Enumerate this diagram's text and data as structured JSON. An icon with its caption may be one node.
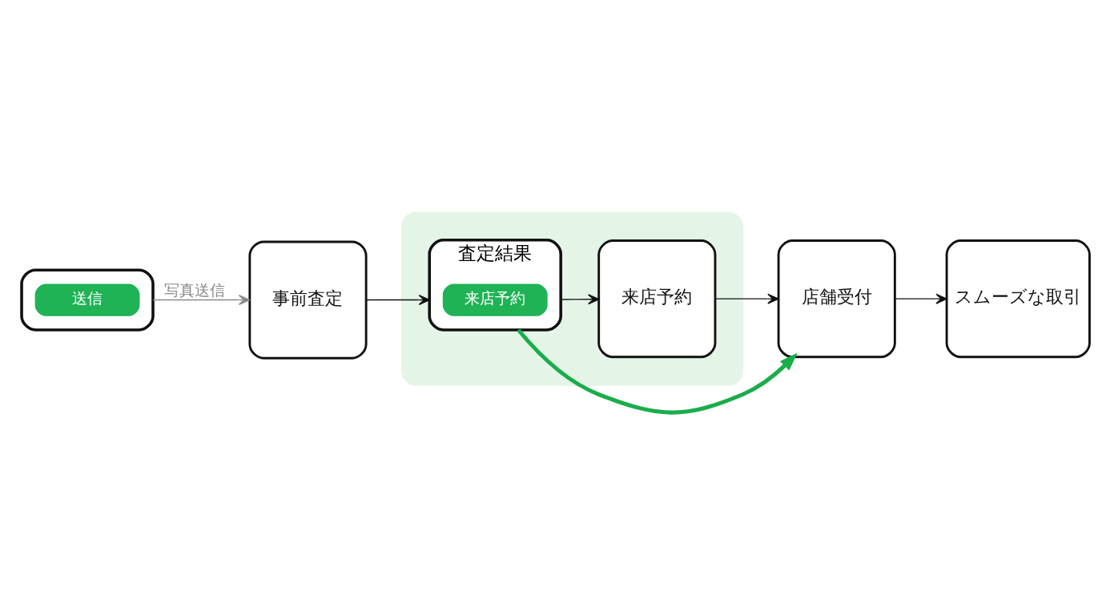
{
  "diagram": {
    "nodes": [
      {
        "text": [],
        "shape": "phone"
      },
      {
        "text": [
          "送信"
        ],
        "in": 0
      },
      {
        "text": [
          "事前査定"
        ]
      },
      {
        "text": [],
        "shape": "box"
      },
      {
        "text": [
          "査定結果"
        ],
        "in": 3
      },
      {
        "text": [
          "来店予約"
        ],
        "in": 4
      },
      {
        "text": [
          "来店予約"
        ],
        "in": 3
      },
      {
        "text": [
          "店舗受付"
        ]
      },
      {
        "text": [
          "スムーズな取引"
        ]
      }
    ],
    "edges": [
      {
        "from": 0,
        "to": 2,
        "arrow": "to",
        "label": "写真送信",
        "color": "#8a8a8a"
      },
      {
        "from": 2,
        "to": 4,
        "arrow": "to"
      },
      {
        "from": 4,
        "to": 6,
        "arrow": "to"
      },
      {
        "from": 6,
        "to": 7,
        "arrow": "to"
      },
      {
        "from": 7,
        "to": 8,
        "arrow": "to"
      },
      {
        "from": 4,
        "to": 7,
        "arrow": "to",
        "style": "thick",
        "color": "#1aad4b"
      }
    ]
  }
}
